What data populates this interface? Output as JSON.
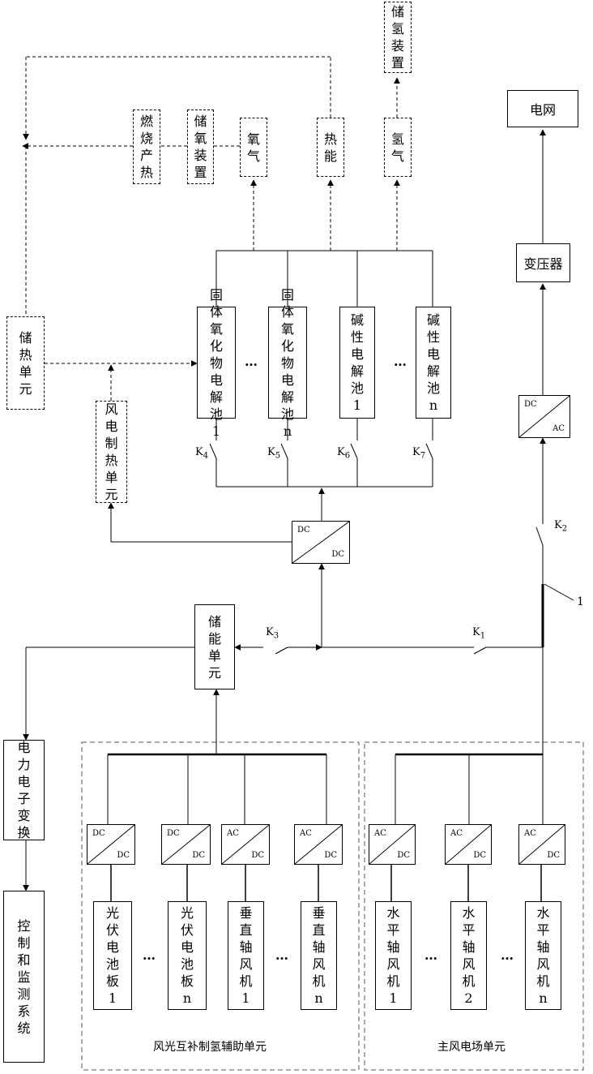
{
  "boxes": {
    "storage_h2": "储氢装置",
    "grid": "电网",
    "combustion": "燃烧产热",
    "storage_o2": "储氧装置",
    "oxygen": "氧气",
    "heat_energy": "热能",
    "hydrogen": "氢气",
    "transformer": "变压器",
    "heat_storage": "储热单元",
    "soec_1": "固体氧化物电解池1",
    "soec_n": "固体氧化物电解池n",
    "alk_1": "碱性电解池1",
    "alk_n": "碱性电解池n",
    "wind_heat": "风电制热单元",
    "energy_storage": "储能单元",
    "power_electronics": "电力电子变换",
    "control": "控制和监测系统",
    "pv_1": "光伏电池板1",
    "pv_n": "光伏电池板n",
    "vawt_1": "垂直轴风机1",
    "vawt_n": "垂直轴风机n",
    "hawt_1": "水平轴风机1",
    "hawt_2": "水平轴风机2",
    "hawt_n": "水平轴风机n"
  },
  "converters": {
    "dcac_main": [
      "DC",
      "AC"
    ],
    "dcdc_mid": [
      "DC",
      "DC"
    ],
    "pv1": [
      "DC",
      "DC"
    ],
    "pvn": [
      "DC",
      "DC"
    ],
    "v1": [
      "AC",
      "DC"
    ],
    "vn": [
      "AC",
      "DC"
    ],
    "h1": [
      "AC",
      "DC"
    ],
    "h2": [
      "AC",
      "DC"
    ],
    "hn": [
      "AC",
      "DC"
    ]
  },
  "switches": {
    "k1": {
      "letter": "K",
      "sub": "1"
    },
    "k2": {
      "letter": "K",
      "sub": "2"
    },
    "k3": {
      "letter": "K",
      "sub": "3"
    },
    "k4": {
      "letter": "K",
      "sub": "4"
    },
    "k5": {
      "letter": "K",
      "sub": "5"
    },
    "k6": {
      "letter": "K",
      "sub": "6"
    },
    "k7": {
      "letter": "K",
      "sub": "7"
    }
  },
  "ellipsis": "…",
  "line_label": "1",
  "groups": {
    "aux_unit": "风光互补制氢辅助单元",
    "main_farm": "主风电场单元"
  }
}
